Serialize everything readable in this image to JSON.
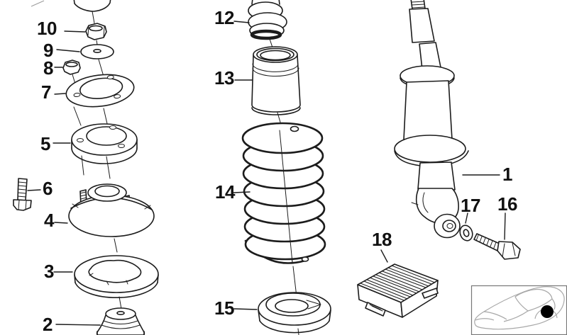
{
  "diagram": {
    "callouts": {
      "c1": "1",
      "c2": "2",
      "c3": "3",
      "c4": "4",
      "c5": "5",
      "c6": "6",
      "c7": "7",
      "c8": "8",
      "c9": "9",
      "c10": "10",
      "c12": "12",
      "c13": "13",
      "c14": "14",
      "c15": "15",
      "c16": "16",
      "c17": "17",
      "c18": "18"
    },
    "icons": {
      "car_locator": "car-rear-location-icon",
      "marker": "location-dot-icon"
    },
    "colors": {
      "background": "#ffffff",
      "line": "#1c1c1c",
      "car_outline": "#a8a8a8",
      "marker_dot": "#000000",
      "box_border": "#777777"
    }
  }
}
